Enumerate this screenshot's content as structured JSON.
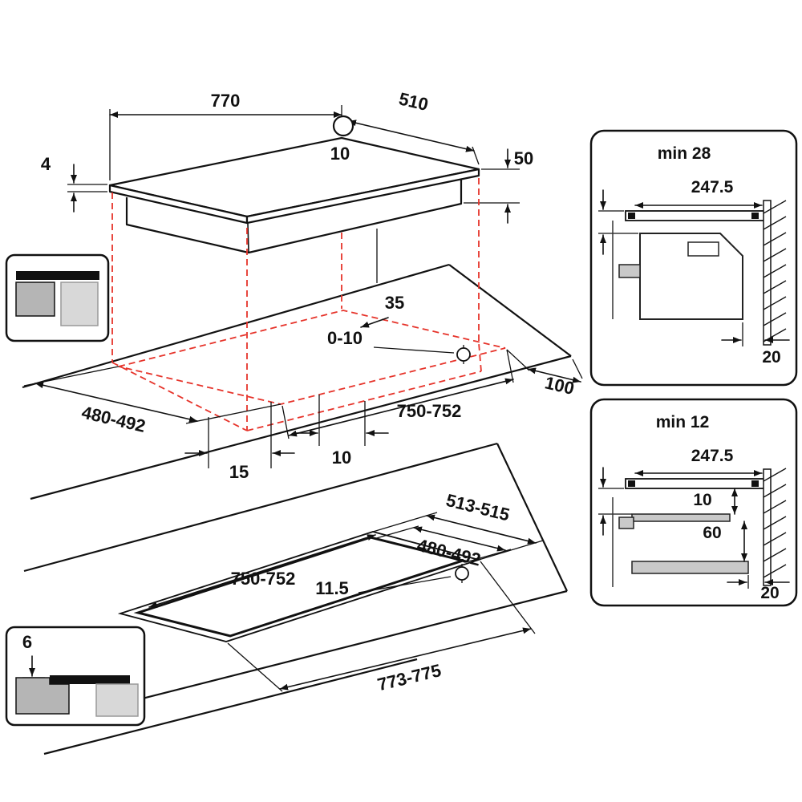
{
  "colors": {
    "ink": "#111111",
    "red_dashed": "#e6332a",
    "gray_mid": "#b5b5b5",
    "gray_light": "#d8d8d8"
  },
  "top_view": {
    "width": "770",
    "depth": "510",
    "knob_offset": "10",
    "glass_thickness": "4",
    "body_height": "50"
  },
  "worktop_view": {
    "corner_radius": "35",
    "edge_gap": "0-10",
    "rear_clearance": "100",
    "cutout_depth": "480-492",
    "cutout_width": "750-752",
    "overhang_side": "15",
    "overhang_front": "10"
  },
  "flush_view": {
    "recess_depth_outer": "513-515",
    "cutout_depth": "480-492",
    "cutout_width": "750-752",
    "step_width": "11.5",
    "recess_width_outer": "773-775",
    "recess_thickness": "6"
  },
  "panel_oven": {
    "clearance": "min 28",
    "half_width": "247.5",
    "wall_gap": "20"
  },
  "panel_drawer": {
    "clearance": "min 12",
    "half_width": "247.5",
    "gap_top": "10",
    "gap_bottom": "60",
    "wall_gap": "20"
  }
}
